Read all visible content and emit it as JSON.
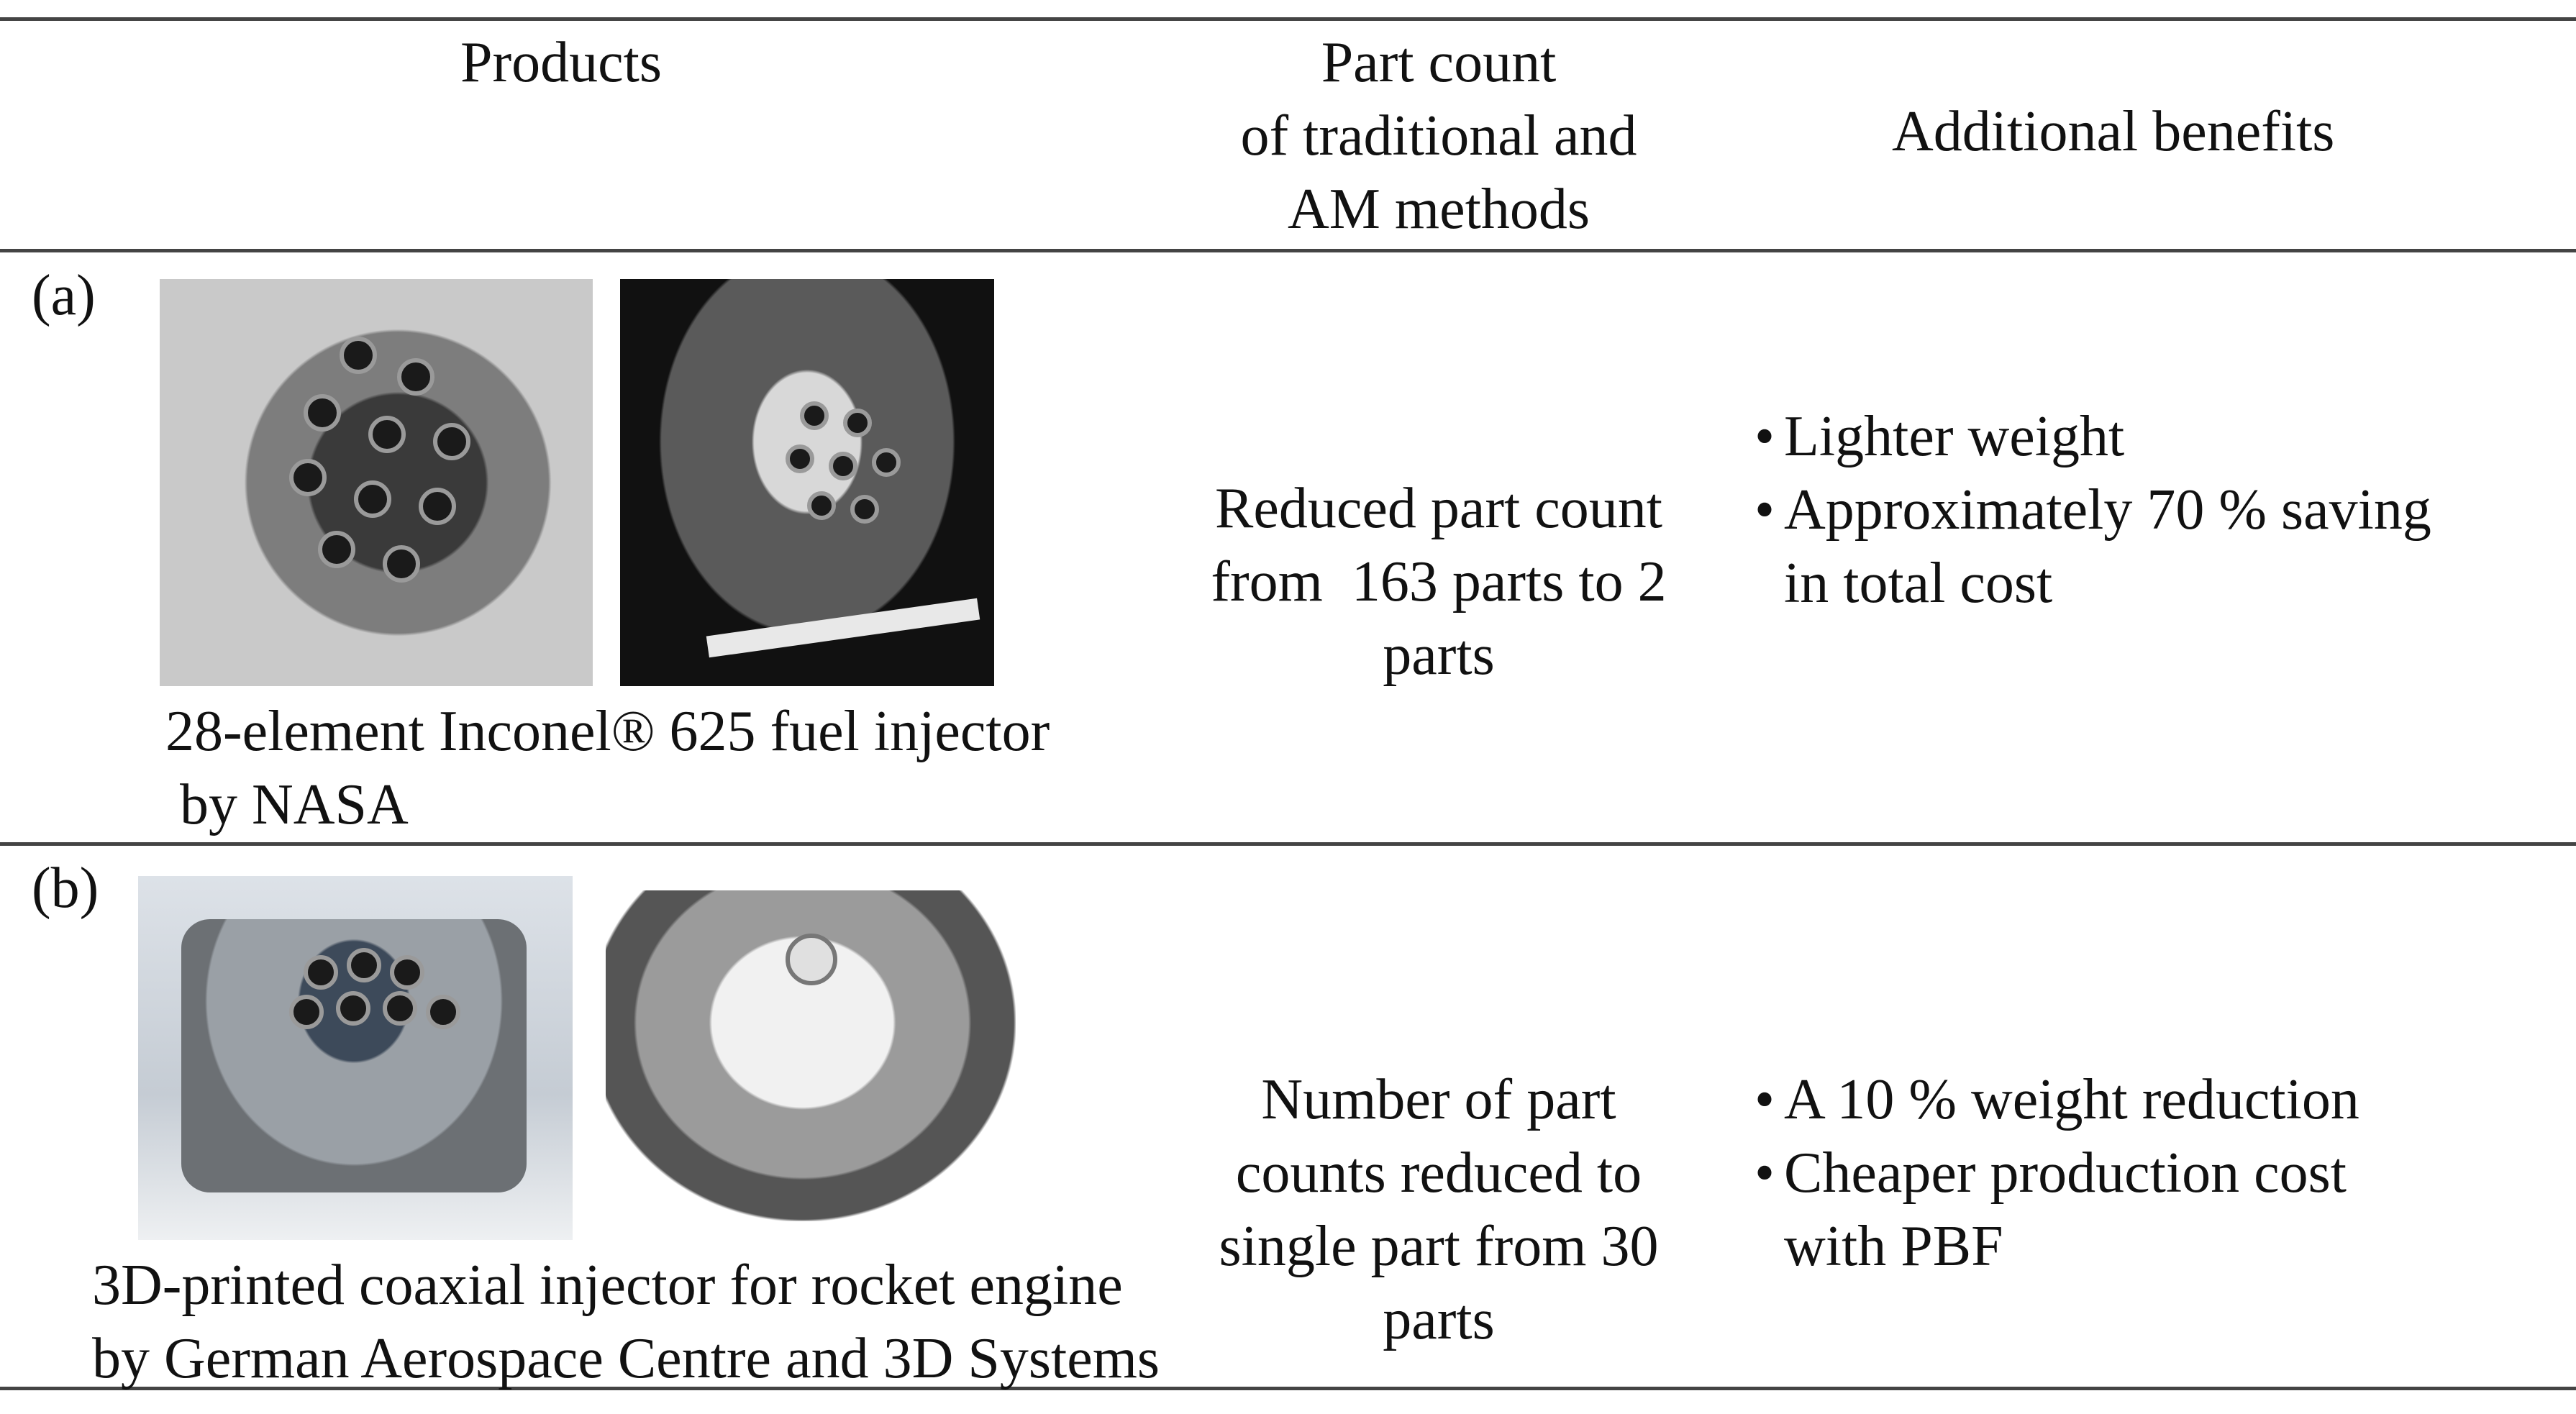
{
  "header": {
    "products": "Products",
    "part_count": [
      "Part count",
      "of traditional and",
      "AM methods"
    ],
    "additional_benefits": "Additional benefits"
  },
  "rows": [
    {
      "label": "(a)",
      "caption": [
        "28-element Inconel® 625 fuel injector",
        " by NASA"
      ],
      "part_count": [
        "Reduced part count",
        "from  163 parts to 2",
        "parts"
      ],
      "benefits": [
        {
          "bullet": "•",
          "lines": [
            "Lighter weight"
          ]
        },
        {
          "bullet": "•",
          "lines": [
            "Approximately 70 % saving",
            "in total cost"
          ]
        }
      ]
    },
    {
      "label": "(b)",
      "caption": [
        "3D-printed coaxial injector for rocket engine",
        "by German Aerospace Centre and 3D Systems"
      ],
      "part_count": [
        "Number of part",
        "counts reduced to",
        "single part from 30",
        "parts"
      ],
      "benefits": [
        {
          "bullet": "•",
          "lines": [
            "A 10 % weight reduction"
          ]
        },
        {
          "bullet": "•",
          "lines": [
            "Cheaper production cost",
            "with PBF"
          ]
        }
      ]
    }
  ]
}
